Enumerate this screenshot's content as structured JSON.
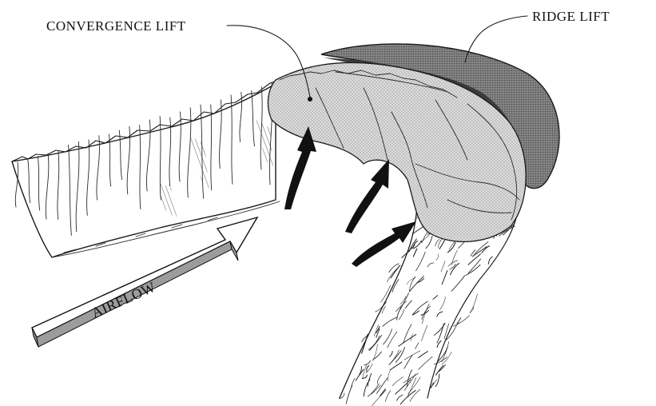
{
  "labels": {
    "convergence_lift": "CONVERGENCE LIFT",
    "ridge_lift": "RIDGE LIFT",
    "airflow": "AIRFLOW"
  },
  "colors": {
    "ink": "#1b1b1b",
    "convergence_shading": "#d6d6d6",
    "ridge_shading": "#7e7e7e",
    "ridge_band": "#3c3c3c",
    "background": "#ffffff"
  }
}
